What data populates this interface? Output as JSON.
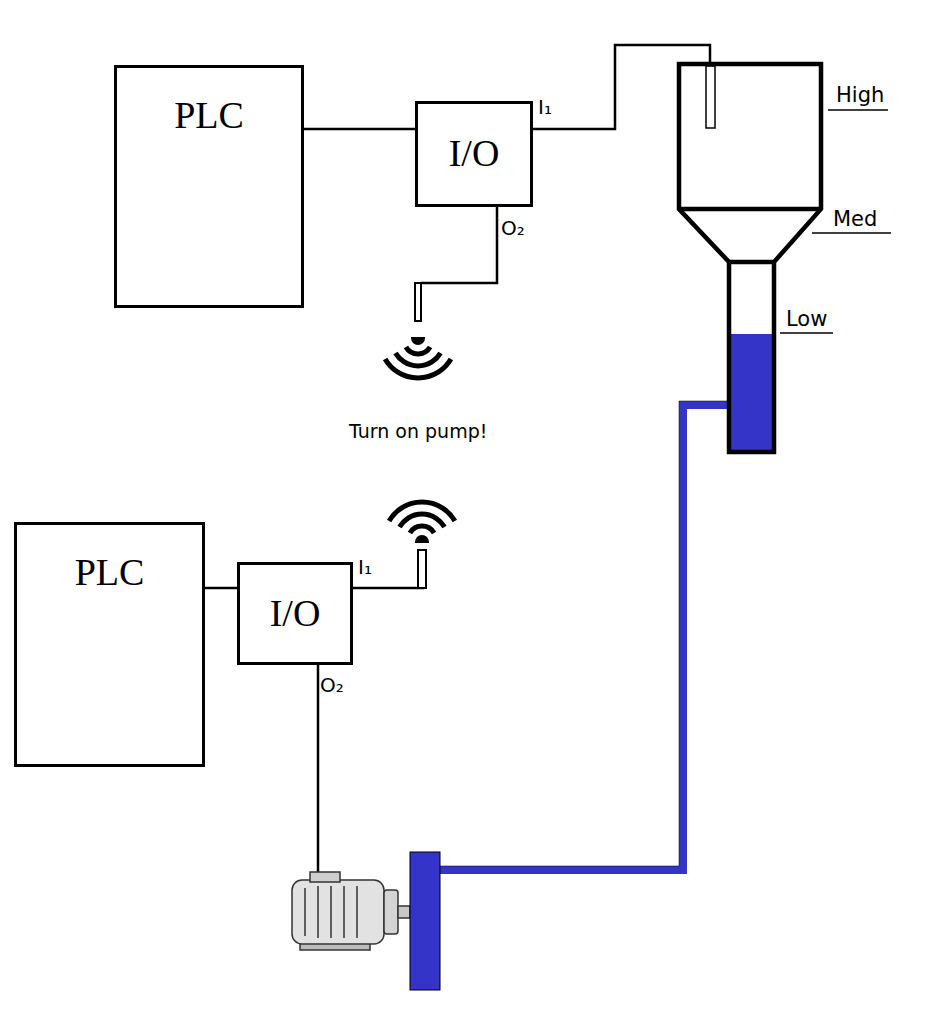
{
  "diagram": {
    "nodes": [
      {
        "text": [
          "PLC"
        ]
      },
      {
        "text": [
          "I/O"
        ]
      },
      {
        "text": [
          "PLC"
        ]
      },
      {
        "text": [
          "I/O"
        ]
      }
    ],
    "edges": [
      {
        "from": 0,
        "to": 1,
        "arrow": "none"
      },
      {
        "from": 2,
        "to": 3,
        "arrow": "none"
      }
    ],
    "labels": [
      "I₁",
      "O₂",
      "High",
      "Med",
      "Low",
      "Turn on pump!",
      "I₁",
      "O₂"
    ]
  }
}
